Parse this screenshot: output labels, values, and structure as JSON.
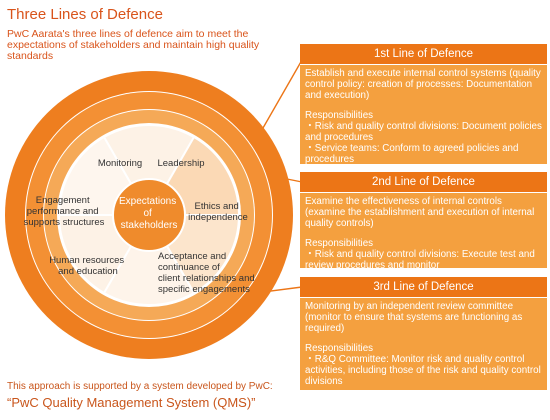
{
  "title": "Three Lines of Defence",
  "subtitle": "PwC Aarata's three lines of defence aim to meet the expectations of stakeholders and maintain high quality standards",
  "center": {
    "lines": [
      "Expectations",
      "of",
      "stakeholders"
    ]
  },
  "segments": [
    {
      "lines": [
        "Monitoring"
      ]
    },
    {
      "lines": [
        "Leadership"
      ]
    },
    {
      "lines": [
        "Ethics and",
        "independence"
      ]
    },
    {
      "lines": [
        "Acceptance and",
        "continuance of",
        "client relationships and",
        "specific engagements"
      ]
    },
    {
      "lines": [
        "Human resources",
        "and education"
      ]
    },
    {
      "lines": [
        "Engagement",
        "performance and",
        "supports structures"
      ]
    }
  ],
  "lines_of_defence": [
    {
      "label": "1st Line of Defence",
      "description": "Establish and execute internal control systems (quality control policy: creation of processes: Documentation and execution)",
      "responsibilities_label": "Responsibilities",
      "responsibilities": [
        "・Risk and quality control divisions: Document policies and procedures",
        "・Service teams: Conform to agreed policies and procedures"
      ]
    },
    {
      "label": "2nd Line of Defence",
      "description": "Examine the effectiveness of internal controls (examine the establishment and execution of internal quality controls)",
      "responsibilities_label": "Responsibilities",
      "responsibilities": [
        "・Risk and quality control divisions: Execute test and review procedures and monitor"
      ]
    },
    {
      "label": "3rd Line of Defence",
      "description": "Monitoring by an independent review committee (monitor to ensure that systems are functioning as required)",
      "responsibilities_label": "Responsibilities",
      "responsibilities": [
        "・R&Q Committee: Monitor risk and quality control activities, including those of the risk and quality control divisions"
      ]
    }
  ],
  "footer": {
    "note": "This approach is supported by a system developed by PwC:",
    "system_name": "“PwC Quality Management System (QMS)”"
  },
  "colors": {
    "accent": "#ec7516",
    "panel": "#f4a03f",
    "ring_outer": "#ee7e1f",
    "ring_mid": "#f3a24a",
    "ring_inner": "#f5b265",
    "segment_fill": "#fde9d6",
    "center": "#ef8b2c",
    "text_orange": "#d9541b"
  }
}
